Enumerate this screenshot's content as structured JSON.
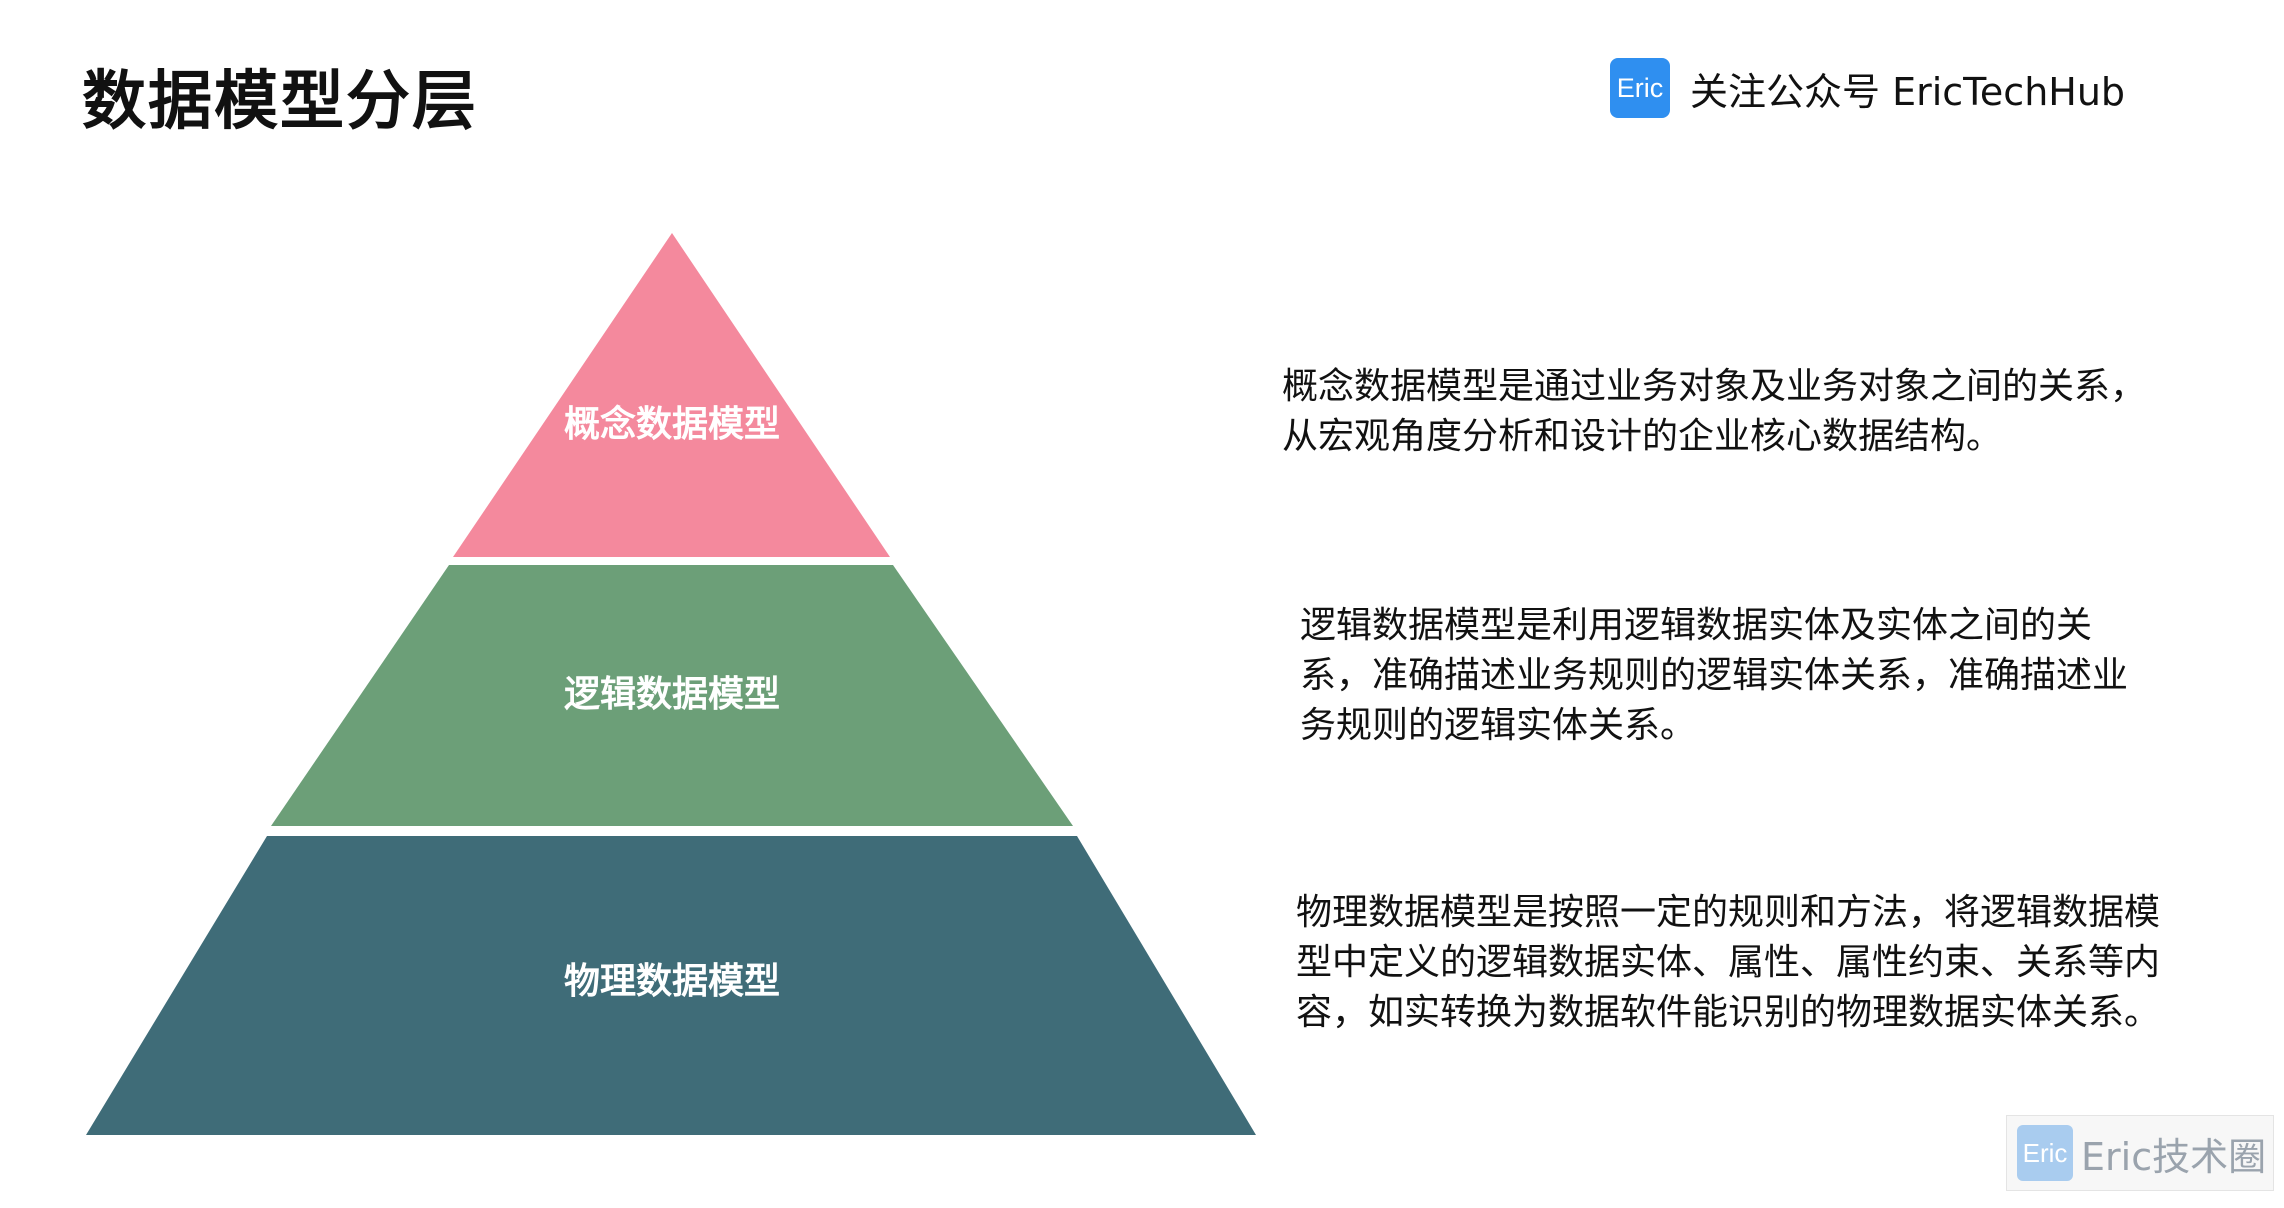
{
  "header": {
    "title": "数据模型分层",
    "brand_logo_text": "Eric",
    "brand_text": "关注公众号 EricTechHub"
  },
  "pyramid": {
    "layers": [
      {
        "label": "概念数据模型",
        "color": "#f4899d"
      },
      {
        "label": "逻辑数据模型",
        "color": "#6c9f78"
      },
      {
        "label": "物理数据模型",
        "color": "#3f6c78"
      }
    ]
  },
  "descriptions": [
    "概念数据模型是通过业务对象及业务对象之间的关系，从宏观角度分析和设计的企业核心数据结构。",
    "逻辑数据模型是利用逻辑数据实体及实体之间的关系，准确描述业务规则的逻辑实体关系，准确描述业务规则的逻辑实体关系。",
    "物理数据模型是按照一定的规则和方法，将逻辑数据模型中定义的逻辑数据实体、属性、属性约束、关系等内容，如实转换为数据软件能识别的物理数据实体关系。"
  ],
  "watermark": {
    "logo_text": "Eric",
    "text": "Eric技术圈"
  }
}
